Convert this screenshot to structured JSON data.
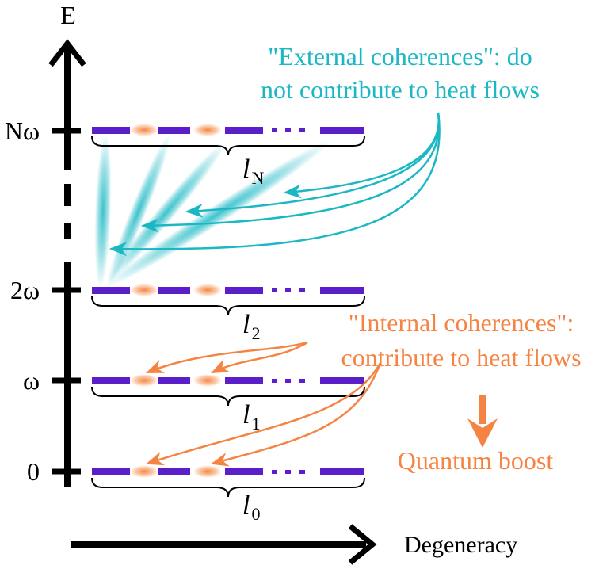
{
  "axes": {
    "energy_label": "E",
    "degeneracy_label": "Degeneracy"
  },
  "levels": [
    {
      "energy": "Nω",
      "degeneracy": "l",
      "degeneracy_subscript": "N"
    },
    {
      "energy": "2ω",
      "degeneracy": "l",
      "degeneracy_subscript": "2"
    },
    {
      "energy": "ω",
      "degeneracy": "l",
      "degeneracy_subscript": "1"
    },
    {
      "energy": "0",
      "degeneracy": "l",
      "degeneracy_subscript": "0"
    }
  ],
  "annotations": {
    "external_line1": "\"External coherences\": do",
    "external_line2": "not contribute to heat flows",
    "internal_line1": "\"Internal coherences\":",
    "internal_line2": "contribute to heat flows",
    "boost": "Quantum boost"
  },
  "colors": {
    "axis": "#000000",
    "level_bar": "#5a1fc8",
    "external": "#1bb8c4",
    "internal": "#f58442",
    "internal_glow": "#f7a26a"
  }
}
